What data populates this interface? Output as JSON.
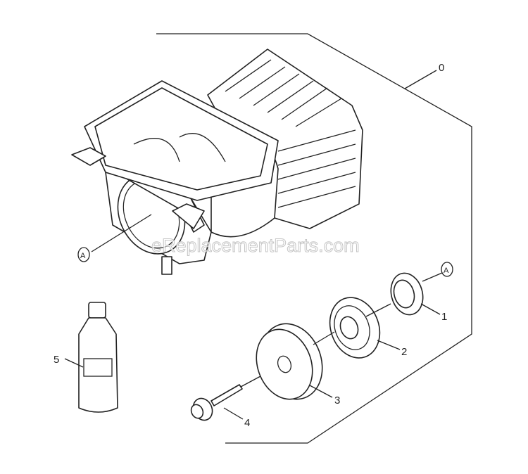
{
  "callouts": {
    "kit": "0",
    "item1": "1",
    "item2": "2",
    "item3": "3",
    "item4": "4",
    "item5": "5",
    "ref_a": "A"
  },
  "watermark": "eReplacementParts.com",
  "colors": {
    "line": "#222222",
    "background": "#ffffff"
  }
}
